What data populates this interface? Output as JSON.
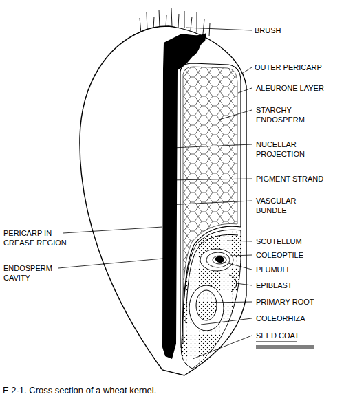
{
  "diagram": {
    "caption": "E 2-1. Cross section of a wheat kernel.",
    "labels": [
      "BRUSH",
      "OUTER PERICARP",
      "ALEURONE LAYER",
      "STARCHY ENDOSPERM",
      "NUCELLAR PROJECTION",
      "PIGMENT STRAND",
      "VASCULAR BUNDLE",
      "PERICARP IN CREASE REGION",
      "ENDOSPERM CAVITY",
      "SCUTELLUM",
      "COLEOPTILE",
      "PLUMULE",
      "EPIBLAST",
      "PRIMARY ROOT",
      "COLEORHIZA",
      "SEED COAT"
    ]
  }
}
